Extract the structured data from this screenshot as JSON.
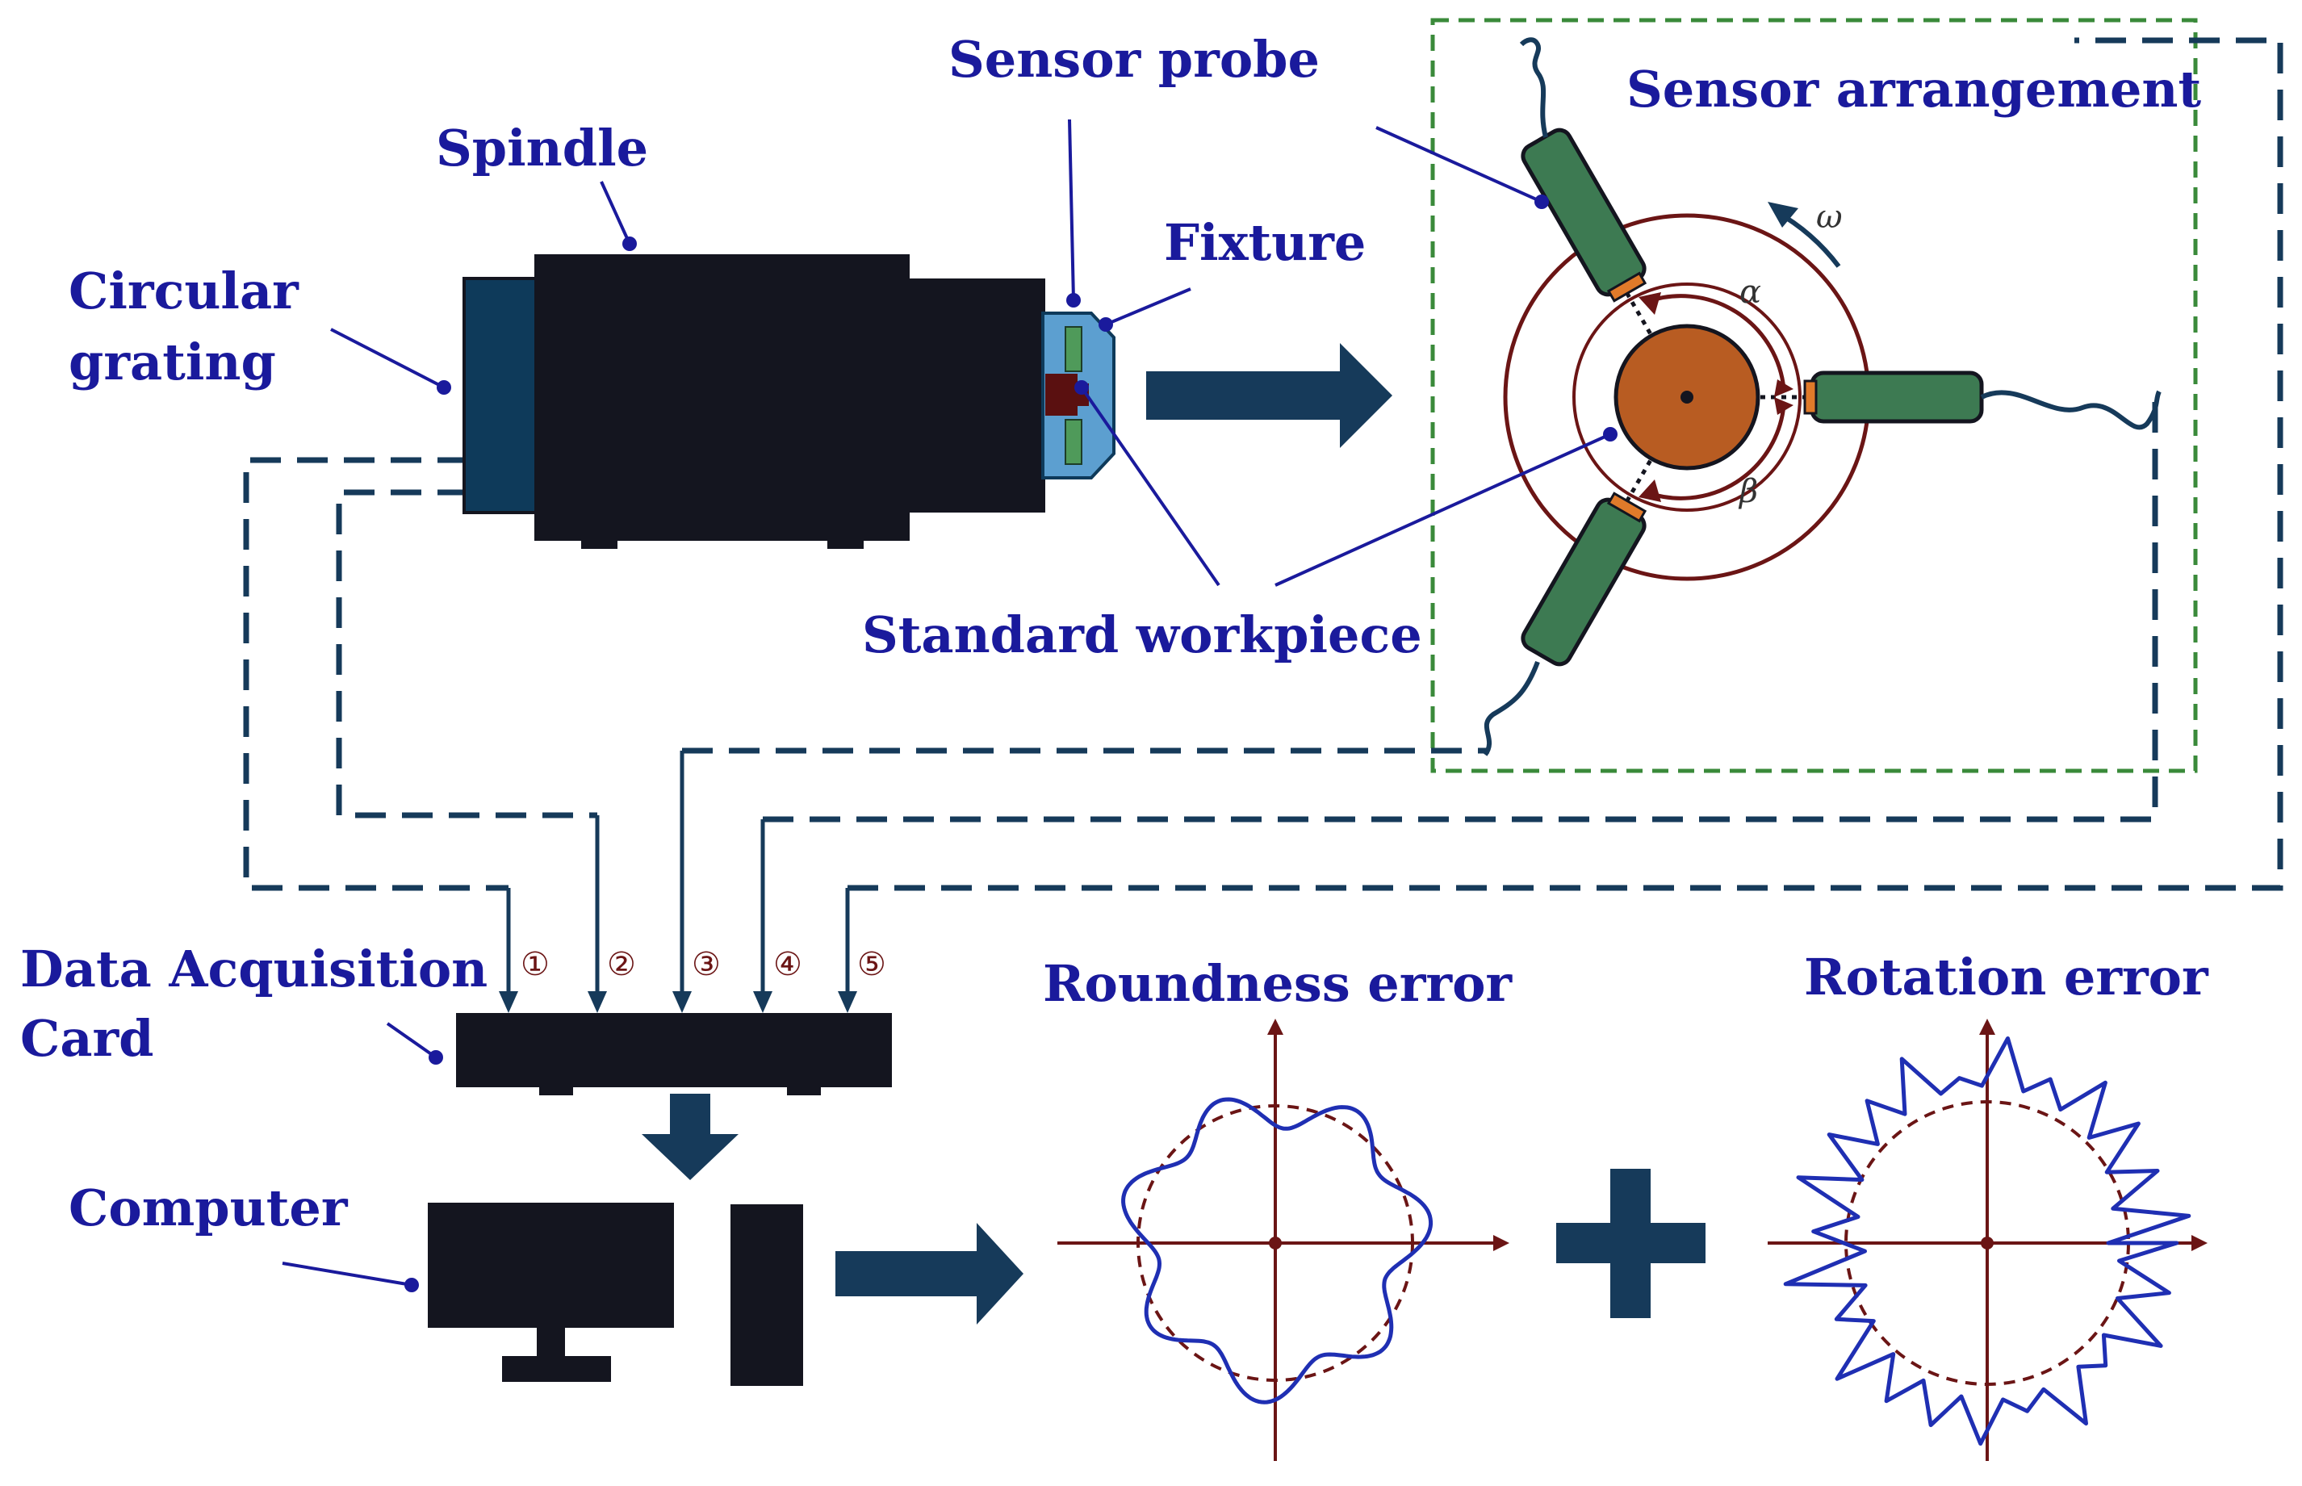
{
  "labels": {
    "circular_grating_line1": "Circular",
    "circular_grating_line2": "grating",
    "spindle": "Spindle",
    "sensor_probe": "Sensor probe",
    "fixture": "Fixture",
    "standard_workpiece": "Standard workpiece",
    "sensor_arrangement": "Sensor arrangement",
    "data_acquisition_line1": "Data Acquisition",
    "data_acquisition_line2": "Card",
    "computer": "Computer",
    "roundness_error": "Roundness error",
    "rotation_error": "Rotation error"
  },
  "channels": [
    "①",
    "②",
    "③",
    "④",
    "⑤"
  ],
  "angles": {
    "omega": "ω",
    "alpha": "α",
    "beta": "β"
  },
  "colors": {
    "label_text": "#1a1a9c",
    "device_body": "#14151f",
    "signal_line": "#163a5a",
    "probe": "#3d7a52",
    "workpiece": "#b85c22",
    "circle_ring": "#6b1515",
    "profile_curve": "#1f2fb3",
    "dashed_box": "#3a8a3a"
  },
  "icons": [
    "spindle-body",
    "circular-grating",
    "fixture",
    "sensor-probe",
    "workpiece-disc",
    "daq-card",
    "monitor-icon",
    "pc-tower-icon",
    "plus-icon",
    "arrow-right-icon",
    "arrow-down-icon"
  ]
}
